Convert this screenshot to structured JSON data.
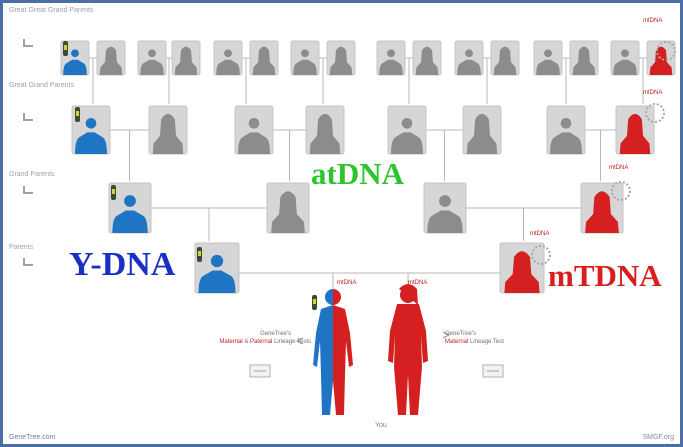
{
  "labels": {
    "great_great_grandparents": "Great Great Grand Parents",
    "great_grandparents": "Great Grand Parents",
    "grandparents": "Grand Parents",
    "parents": "Parents",
    "you": "You"
  },
  "big_labels": {
    "ydna": "Y-DNA",
    "atdna": "atDNA",
    "mtdna": "mTDNA"
  },
  "mtdna_tag": "mtDNA",
  "y_tag": "Y",
  "notes": {
    "left_line1": "GeneTree's",
    "left_maternal": "Maternal",
    "left_amp": " & ",
    "left_paternal": "Paternal",
    "left_rest": " Lineage Tests",
    "right_line1": "GeneTree's",
    "right_maternal": "Maternal",
    "right_rest": " Lineage Test"
  },
  "footer": {
    "left": "GeneTree.com",
    "right": "SMGF.org"
  },
  "colors": {
    "paternal": "#1f74c4",
    "maternal": "#d42020",
    "neutral": "#8c8c8c",
    "tile_bg": "#d6d6d6",
    "border": "#4a6fa5"
  }
}
